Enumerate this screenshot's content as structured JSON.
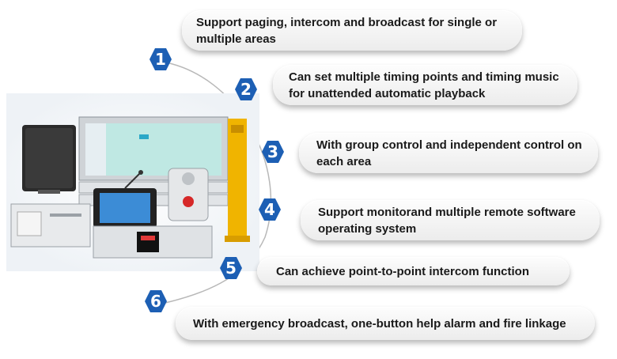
{
  "features": [
    {
      "number": "1",
      "text": "Support paging, intercom and broadcast for single or multiple areas"
    },
    {
      "number": "2",
      "text": "Can set multiple timing points and timing music for unattended automatic playback"
    },
    {
      "number": "3",
      "text": "With group control and independent control on each area"
    },
    {
      "number": "4",
      "text": "Support monitorand multiple remote software operating system"
    },
    {
      "number": "5",
      "text": "Can achieve point-to-point intercom function"
    },
    {
      "number": "6",
      "text": "With emergency broadcast, one-button help alarm and fire linkage"
    }
  ],
  "colors": {
    "badge": "#1d5fb4",
    "pill_text": "#1a1a1a",
    "column": "#f0b400"
  },
  "icons": [
    "hexagon-badge-icon",
    "wall-speaker-icon",
    "server-rack-icon",
    "desktop-microphone-icon",
    "intercom-station-icon",
    "help-column-icon"
  ]
}
